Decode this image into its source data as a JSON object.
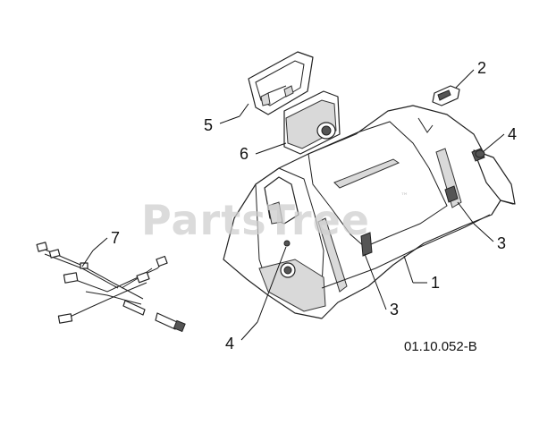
{
  "diagram": {
    "drawing_code": "01.10.052-B",
    "watermark": "PartsTree",
    "watermark_mark": "™",
    "callouts": [
      {
        "id": "c1",
        "label": "1"
      },
      {
        "id": "c2",
        "label": "2"
      },
      {
        "id": "c3a",
        "label": "3"
      },
      {
        "id": "c3b",
        "label": "3"
      },
      {
        "id": "c4a",
        "label": "4"
      },
      {
        "id": "c4b",
        "label": "4"
      },
      {
        "id": "c5",
        "label": "5"
      },
      {
        "id": "c6",
        "label": "6"
      },
      {
        "id": "c7",
        "label": "7"
      }
    ]
  }
}
